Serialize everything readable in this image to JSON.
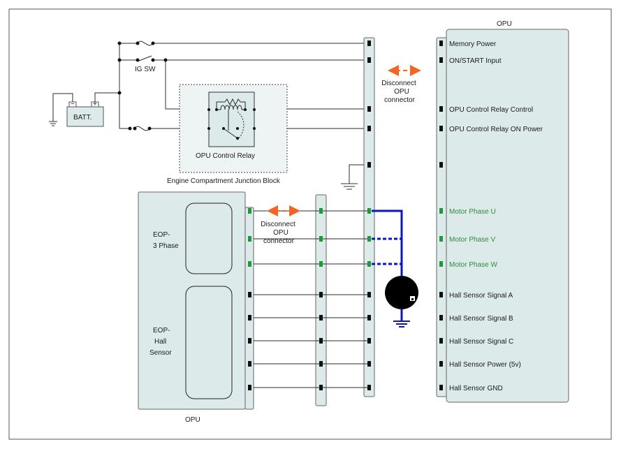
{
  "opu_right": {
    "title": "OPU",
    "pins": [
      {
        "label": "Memory Power",
        "green": false
      },
      {
        "label": "ON/START Input",
        "green": false
      },
      {
        "label": "OPU Control Relay Control",
        "green": false
      },
      {
        "label": "OPU Control Relay ON Power",
        "green": false
      },
      {
        "label": "",
        "green": false
      },
      {
        "label": "Motor Phase U",
        "green": true
      },
      {
        "label": "Motor Phase V",
        "green": true
      },
      {
        "label": "Motor Phase W",
        "green": true
      },
      {
        "label": "Hall Sensor Signal A",
        "green": false
      },
      {
        "label": "Hall Sensor Signal B",
        "green": false
      },
      {
        "label": "Hall Sensor Signal C",
        "green": false
      },
      {
        "label": "Hall Sensor Power (5v)",
        "green": false
      },
      {
        "label": "Hall Sensor GND",
        "green": false
      }
    ]
  },
  "opu_left": {
    "title": "OPU",
    "eop_3phase": "EOP-\n3 Phase",
    "eop_hall": "EOP-\nHall\nSensor"
  },
  "disconnect_top": "Disconnect\nOPU\nconnector",
  "disconnect_bottom": "Disconnect\nOPU\nconnector",
  "junction_block": "Engine Compartment Junction Block",
  "relay_label": "OPU Control Relay",
  "ig_sw": "IG SW",
  "battery": "BATT.",
  "colors": {
    "box_fill": "#ddeaea",
    "accent_arrow": "#f26522",
    "motor_wire": "#0a14c8",
    "green_pin": "#1f9a3a"
  },
  "icons": [
    "fuse-icon",
    "switch-icon",
    "ground-icon",
    "motor-icon",
    "relay-coil-icon",
    "battery-icon"
  ]
}
